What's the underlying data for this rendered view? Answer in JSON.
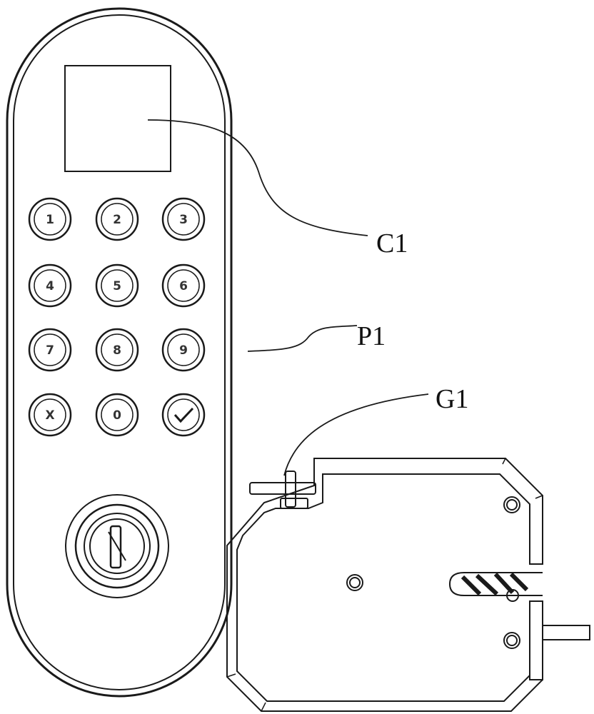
{
  "callouts": {
    "c1": "C1",
    "p1": "P1",
    "g1": "G1"
  },
  "keypad": {
    "rows": [
      [
        "1",
        "2",
        "3"
      ],
      [
        "4",
        "5",
        "6"
      ],
      [
        "7",
        "8",
        "9"
      ],
      [
        "X",
        "0",
        "check-icon"
      ]
    ]
  },
  "colors": {
    "line": "#1a1a1a",
    "fill": "#ffffff"
  }
}
